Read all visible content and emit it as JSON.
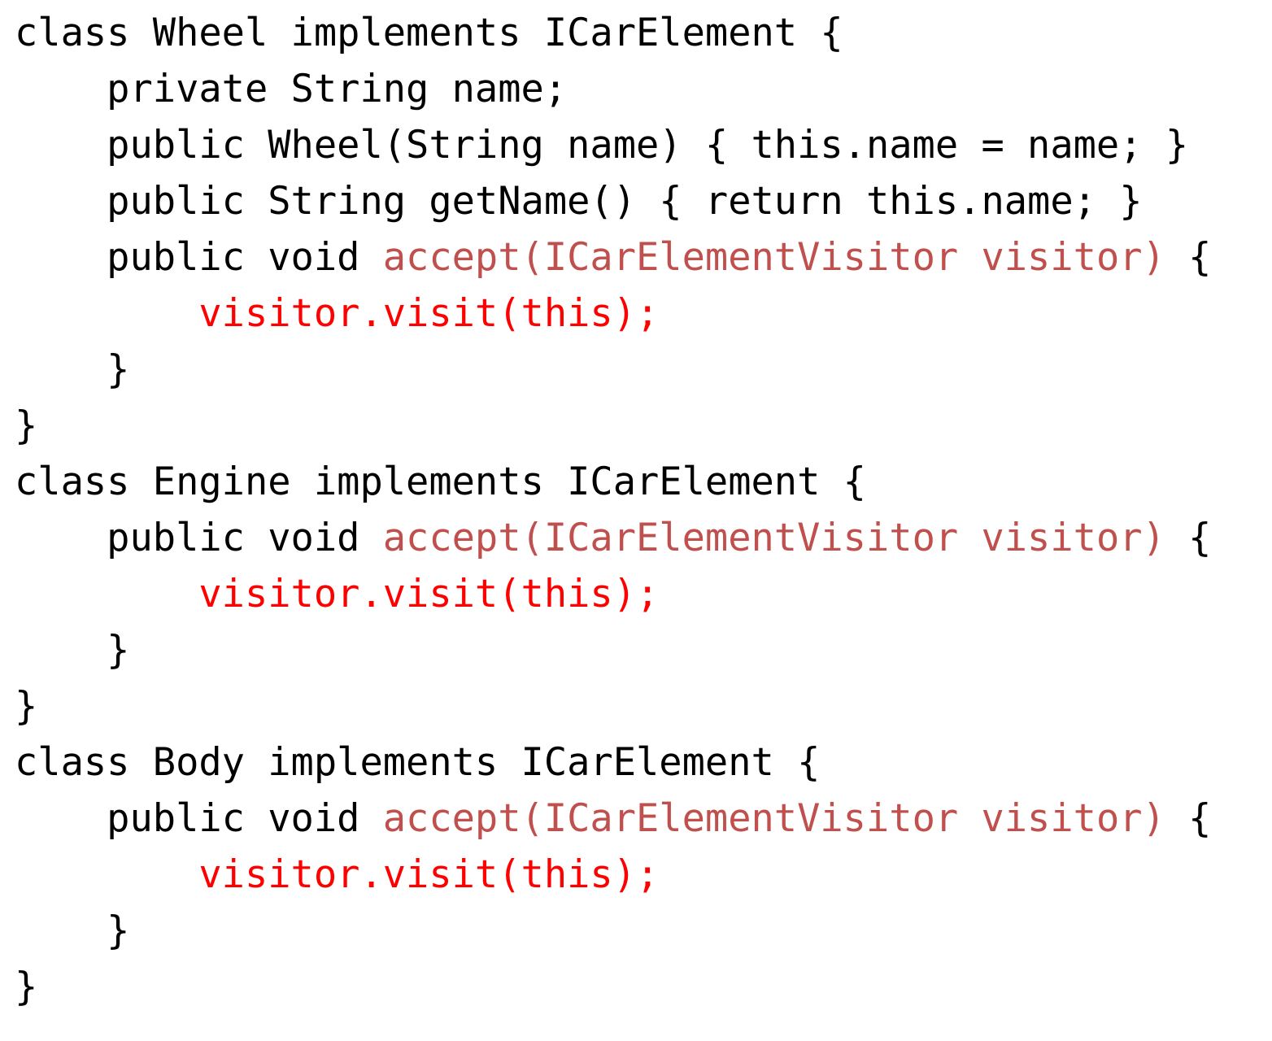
{
  "page": {
    "background": "#ffffff"
  },
  "colors": {
    "default": "#000000",
    "signature": "#C0504D",
    "call": "#FF0000"
  },
  "code": {
    "language": "java",
    "lines": [
      [
        {
          "t": "class Wheel implements ICarElement {",
          "s": "default"
        }
      ],
      [
        {
          "t": "    private String name;",
          "s": "default"
        }
      ],
      [
        {
          "t": "    public Wheel(String name) { this.name = name; }",
          "s": "default"
        }
      ],
      [
        {
          "t": "    public String getName() { return this.name; }",
          "s": "default"
        }
      ],
      [
        {
          "t": "    public void ",
          "s": "default"
        },
        {
          "t": "accept(ICarElementVisitor visitor)",
          "s": "signature"
        },
        {
          "t": " {",
          "s": "default"
        }
      ],
      [
        {
          "t": "        ",
          "s": "default"
        },
        {
          "t": "visitor.visit(this);",
          "s": "call"
        }
      ],
      [
        {
          "t": "    }",
          "s": "default"
        }
      ],
      [
        {
          "t": "}",
          "s": "default"
        }
      ],
      [
        {
          "t": "class Engine implements ICarElement {",
          "s": "default"
        }
      ],
      [
        {
          "t": "    public void ",
          "s": "default"
        },
        {
          "t": "accept(ICarElementVisitor visitor)",
          "s": "signature"
        },
        {
          "t": " {",
          "s": "default"
        }
      ],
      [
        {
          "t": "        ",
          "s": "default"
        },
        {
          "t": "visitor.visit(this);",
          "s": "call"
        }
      ],
      [
        {
          "t": "    }",
          "s": "default"
        }
      ],
      [
        {
          "t": "}",
          "s": "default"
        }
      ],
      [
        {
          "t": "class Body implements ICarElement {",
          "s": "default"
        }
      ],
      [
        {
          "t": "    public void ",
          "s": "default"
        },
        {
          "t": "accept(ICarElementVisitor visitor)",
          "s": "signature"
        },
        {
          "t": " {",
          "s": "default"
        }
      ],
      [
        {
          "t": "        ",
          "s": "default"
        },
        {
          "t": "visitor.visit(this);",
          "s": "call"
        }
      ],
      [
        {
          "t": "    }",
          "s": "default"
        }
      ],
      [
        {
          "t": "}",
          "s": "default"
        }
      ]
    ]
  }
}
